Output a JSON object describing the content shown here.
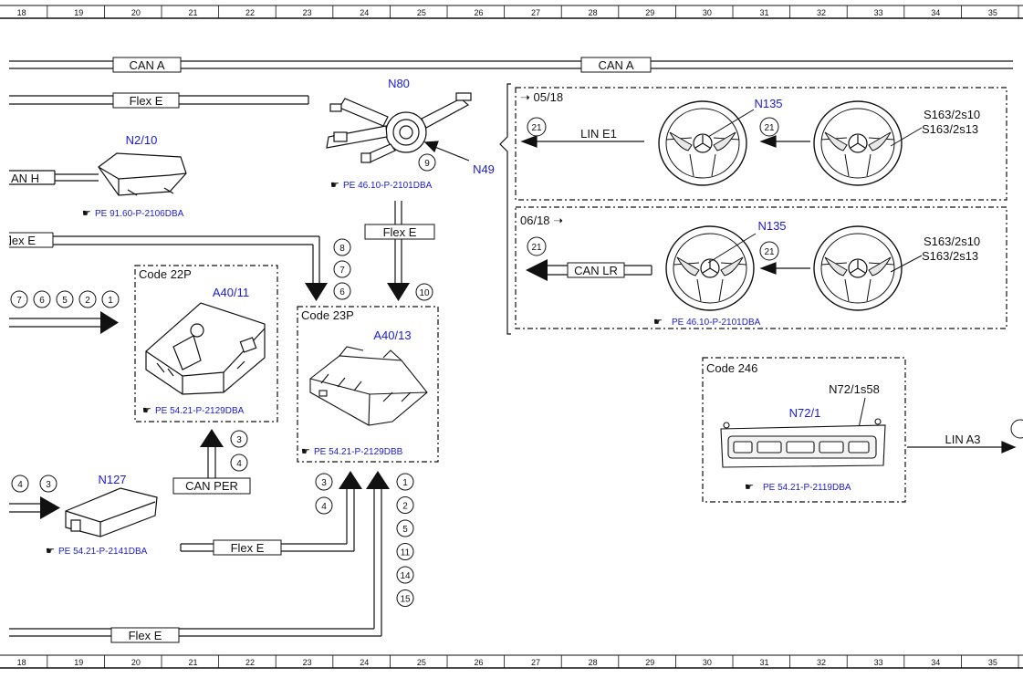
{
  "grid": {
    "columns": [
      "18",
      "19",
      "20",
      "21",
      "22",
      "23",
      "24",
      "25",
      "26",
      "27",
      "28",
      "29",
      "30",
      "31",
      "32",
      "33",
      "34",
      "35"
    ]
  },
  "buses": {
    "can_a": "CAN A",
    "can_h": "AN H",
    "can_per": "CAN PER",
    "can_lr": "CAN LR",
    "flex_e": "Flex E",
    "flex_e_cut": "lex E",
    "lin_e1": "LIN E1",
    "lin_a3": "LIN A3"
  },
  "components": {
    "n80": "N80",
    "n49": "N49",
    "n2_10": "N2/10",
    "n127": "N127",
    "n135": "N135",
    "n72_1": "N72/1",
    "n72_1s58": "N72/1s58",
    "a40_11": "A40/11",
    "a40_13": "A40/13",
    "s163": [
      "S163/2s10",
      "S163/2s13"
    ]
  },
  "codes": {
    "code_22p": "Code 22P",
    "code_23p": "Code 23P",
    "code_246": "Code 246"
  },
  "versions": {
    "from": "05/18",
    "until": "06/18"
  },
  "refs": {
    "n80": "PE 46.10-P-2101DBA",
    "n2_10": "PE 91.60-P-2106DBA",
    "a40_11": "PE 54.21-P-2129DBA",
    "a40_13": "PE 54.21-P-2129DBB",
    "n127": "PE 54.21-P-2141DBA",
    "n135": "PE 46.10-P-2101DBA",
    "n72_1": "PE 54.21-P-2119DBA"
  },
  "circles": {
    "left_group": [
      "7",
      "6",
      "5",
      "2",
      "1"
    ],
    "n127_group": [
      "4",
      "3"
    ],
    "n49": "9",
    "flex_e_center": "10",
    "stack_upper": [
      "8",
      "7",
      "6"
    ],
    "can_per_stack": [
      "3",
      "4"
    ],
    "lower_left": [
      "3",
      "4"
    ],
    "lower_right": [
      "1",
      "2",
      "5",
      "11",
      "14",
      "15"
    ],
    "steering": "21"
  },
  "colors": {
    "label_blue": "#1a1adc",
    "line": "#111111"
  }
}
